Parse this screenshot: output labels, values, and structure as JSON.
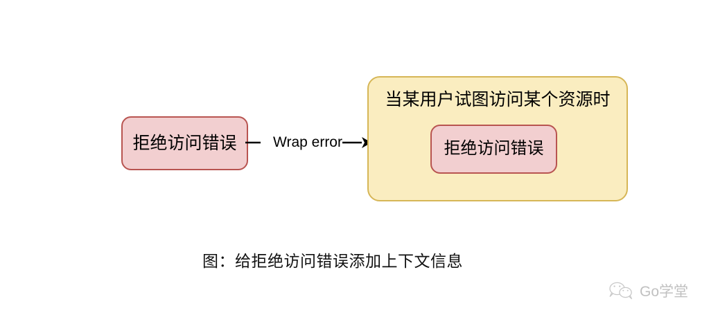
{
  "diagram": {
    "type": "flow",
    "background": "#ffffff",
    "colors": {
      "pink_fill": "#f2cfd0",
      "pink_border": "#b85450",
      "yellow_fill": "#faedc0",
      "yellow_border": "#d6b656",
      "text": "#000000",
      "watermark": "#9a9a9a"
    },
    "nodes": {
      "source": {
        "label": "拒绝访问错误",
        "shape": "rounded-rect",
        "fill": "#f2cfd0",
        "border": "#b85450"
      },
      "context": {
        "heading": "当某用户试图访问某个资源时",
        "shape": "rounded-rect",
        "fill": "#faedc0",
        "border": "#d6b656"
      },
      "wrapped": {
        "label": "拒绝访问错误",
        "shape": "rounded-rect",
        "fill": "#f2cfd0",
        "border": "#b85450"
      }
    },
    "edges": [
      {
        "from": "source",
        "to": "context",
        "label": "Wrap error",
        "style": "solid",
        "arrowhead": "filled-triangle"
      }
    ],
    "caption": "图：给拒绝访问错误添加上下文信息"
  },
  "watermark": {
    "icon": "wechat-icon",
    "label": "Go学堂"
  }
}
